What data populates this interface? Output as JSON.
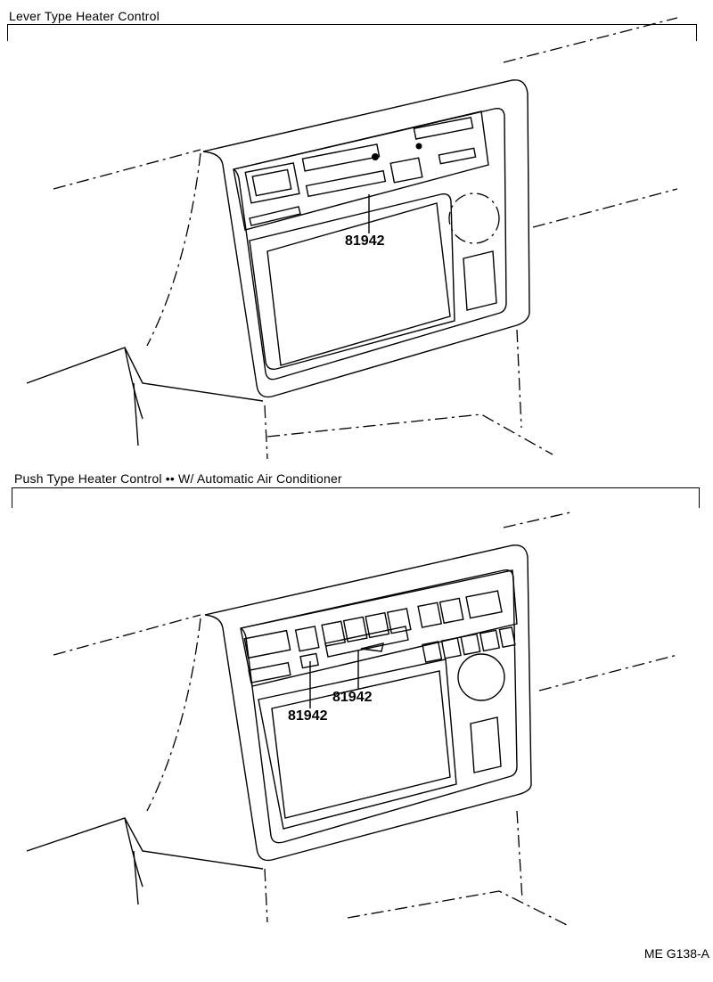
{
  "sections": [
    {
      "title": "Lever Type Heater Control",
      "part_numbers": [
        "81942"
      ]
    },
    {
      "title": "Push Type Heater Control •• W/ Automatic Air Conditioner",
      "part_numbers": [
        "81942",
        "81942"
      ]
    }
  ],
  "figure_code": "ME G138-A"
}
